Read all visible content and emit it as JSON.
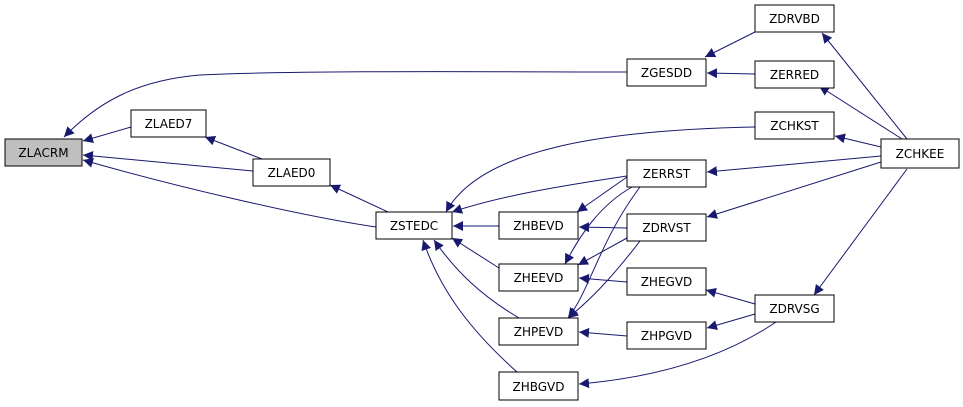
{
  "graph": {
    "edge_color": "#191970",
    "highlight_fill": "#bfbfbf",
    "nodes": {
      "zlacrm": "ZLACRM",
      "zlaed7": "ZLAED7",
      "zlaed0": "ZLAED0",
      "zstedc": "ZSTEDC",
      "zgesdd": "ZGESDD",
      "zdrvbd": "ZDRVBD",
      "zerred": "ZERRED",
      "zchkst": "ZCHKST",
      "zchkee": "ZCHKEE",
      "zerrst": "ZERRST",
      "zhbevd": "ZHBEVD",
      "zdrvst": "ZDRVST",
      "zheevd": "ZHEEVD",
      "zhegvd": "ZHEGVD",
      "zdrvsg": "ZDRVSG",
      "zhpevd": "ZHPEVD",
      "zhpgvd": "ZHPGVD",
      "zhbgvd": "ZHBGVD"
    },
    "highlighted_node": "zlacrm",
    "edges": [
      {
        "from": "zlaed7",
        "to": "zlacrm"
      },
      {
        "from": "zlaed0",
        "to": "zlacrm"
      },
      {
        "from": "zstedc",
        "to": "zlacrm"
      },
      {
        "from": "zgesdd",
        "to": "zlacrm"
      },
      {
        "from": "zlaed0",
        "to": "zlaed7"
      },
      {
        "from": "zstedc",
        "to": "zlaed0"
      },
      {
        "from": "zdrvbd",
        "to": "zgesdd"
      },
      {
        "from": "zerred",
        "to": "zgesdd"
      },
      {
        "from": "zchkee",
        "to": "zdrvbd"
      },
      {
        "from": "zchkee",
        "to": "zerred"
      },
      {
        "from": "zchkee",
        "to": "zchkst"
      },
      {
        "from": "zchkee",
        "to": "zerrst"
      },
      {
        "from": "zchkee",
        "to": "zdrvst"
      },
      {
        "from": "zchkee",
        "to": "zdrvsg"
      },
      {
        "from": "zchkst",
        "to": "zstedc"
      },
      {
        "from": "zerrst",
        "to": "zstedc"
      },
      {
        "from": "zhbevd",
        "to": "zstedc"
      },
      {
        "from": "zheevd",
        "to": "zstedc"
      },
      {
        "from": "zhpevd",
        "to": "zstedc"
      },
      {
        "from": "zhbgvd",
        "to": "zstedc"
      },
      {
        "from": "zerrst",
        "to": "zhbevd"
      },
      {
        "from": "zdrvst",
        "to": "zhbevd"
      },
      {
        "from": "zerrst",
        "to": "zheevd"
      },
      {
        "from": "zdrvst",
        "to": "zheevd"
      },
      {
        "from": "zhegvd",
        "to": "zheevd"
      },
      {
        "from": "zerrst",
        "to": "zhpevd"
      },
      {
        "from": "zdrvst",
        "to": "zhpevd"
      },
      {
        "from": "zhpgvd",
        "to": "zhpevd"
      },
      {
        "from": "zdrvsg",
        "to": "zhegvd"
      },
      {
        "from": "zdrvsg",
        "to": "zhpgvd"
      },
      {
        "from": "zdrvsg",
        "to": "zhbgvd"
      }
    ]
  }
}
